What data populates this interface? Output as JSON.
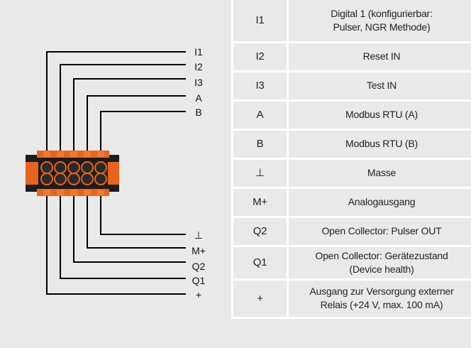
{
  "terminal_labels_top": [
    "I1",
    "I2",
    "I3",
    "A",
    "B"
  ],
  "terminal_labels_bottom": [
    "⊥",
    "M+",
    "Q2",
    "Q1",
    "+"
  ],
  "colors": {
    "background": "#e9e9e9",
    "connector_orange": "#e8641c",
    "connector_dark": "#222222",
    "table_border": "#ffffff"
  },
  "rows": [
    {
      "code": "I1",
      "desc_lines": [
        "Digital 1 (konfigurierbar:",
        "Pulser, NGR Methode)"
      ]
    },
    {
      "code": "I2",
      "desc_lines": [
        "Reset IN"
      ]
    },
    {
      "code": "I3",
      "desc_lines": [
        "Test IN"
      ]
    },
    {
      "code": "A",
      "desc_lines": [
        "Modbus RTU (A)"
      ]
    },
    {
      "code": "B",
      "desc_lines": [
        "Modbus RTU (B)"
      ]
    },
    {
      "code": "⊥",
      "desc_lines": [
        "Masse"
      ]
    },
    {
      "code": "M+",
      "desc_lines": [
        "Analogausgang"
      ]
    },
    {
      "code": "Q2",
      "desc_lines": [
        "Open Collector: Pulser OUT"
      ]
    },
    {
      "code": "Q1",
      "desc_lines": [
        "Open Collector: Gerätezustand",
        "(Device health)"
      ]
    },
    {
      "code": "+",
      "desc_lines": [
        "Ausgang zur Versorgung externer",
        "Relais (+24 V, max. 100 mA)"
      ]
    }
  ]
}
